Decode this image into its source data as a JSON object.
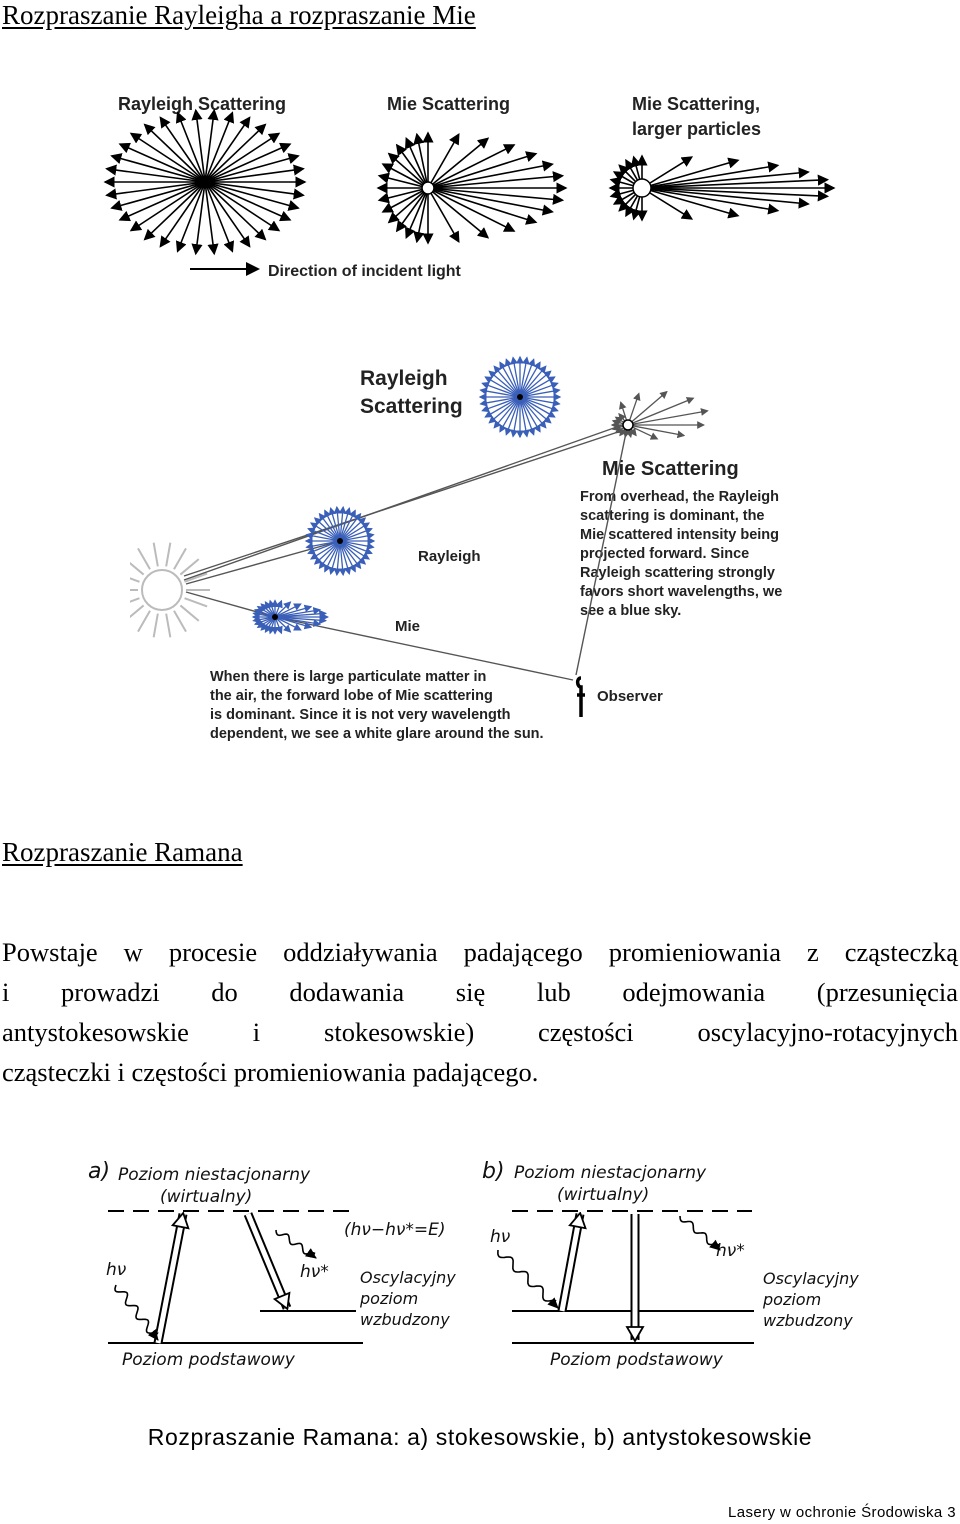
{
  "section1": {
    "heading": "Rozpraszanie Rayleigha a rozpraszanie Mie"
  },
  "figure1": {
    "label_rayleigh": "Rayleigh Scattering",
    "label_mie": "Mie Scattering",
    "label_mie_large_line1": "Mie Scattering,",
    "label_mie_large_line2": "larger particles",
    "incident_label": "Direction of incident light"
  },
  "figure2": {
    "rayleigh_line1": "Rayleigh",
    "rayleigh_line2": "Scattering",
    "mie_title": "Mie Scattering",
    "overhead_lines": [
      "From overhead, the Rayleigh",
      "scattering is dominant, the",
      "Mie scattered intensity being",
      "projected forward. Since",
      "Rayleigh scattering strongly",
      "favors short wavelengths, we",
      "see a blue sky."
    ],
    "rayleigh_small": "Rayleigh",
    "mie_small": "Mie",
    "observer": "Observer",
    "particulate_lines": [
      "When there is large particulate matter in",
      "the air, the forward lobe of Mie scattering",
      "is dominant. Since it is not very wavelength",
      "dependent, we see a white glare around the sun."
    ],
    "colors": {
      "blue": "#3a5fb8",
      "grey": "#888888",
      "sun": "#bbbbbb"
    }
  },
  "section2": {
    "heading": "Rozpraszanie Ramana",
    "lines": [
      "Powstaje w procesie oddziaływania padającego promieniowania z cząsteczką",
      "i prowadzi do dodawania się lub odejmowania (przesunięcia",
      "antystokesowskie i stokesowskie) częstości oscylacyjno-rotacyjnych",
      "cząsteczki i częstości promieniowania padającego."
    ]
  },
  "raman": {
    "a": {
      "tag": "a)",
      "virtual_line1": "Poziom niestacjonarny",
      "virtual_line2": "(wirtualny)",
      "hv": "hν",
      "hv_star": "hν*",
      "energy": "(hν−hν*=E)",
      "excited_line1": "Oscylacyjny",
      "excited_line2": "poziom",
      "excited_line3": "wzbudzony",
      "ground": "Poziom podstawowy"
    },
    "b": {
      "tag": "b)",
      "virtual_line1": "Poziom niestacjonarny",
      "virtual_line2": "(wirtualny)",
      "hv": "hν",
      "hv_star": "hν*",
      "excited_line1": "Oscylacyjny",
      "excited_line2": "poziom",
      "excited_line3": "wzbudzony",
      "ground": "Poziom podstawowy"
    },
    "caption": "Rozpraszanie Ramana: a) stokesowskie, b) antystokesowskie"
  },
  "footer": "Lasery w ochronie Środowiska 3"
}
